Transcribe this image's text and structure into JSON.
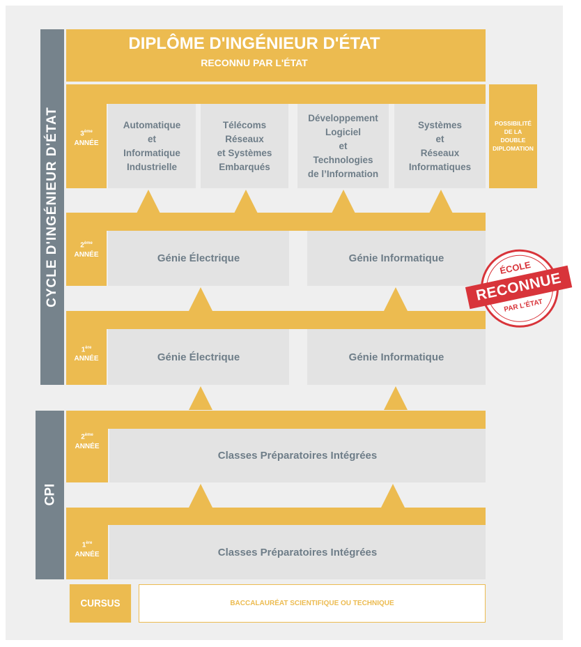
{
  "header": {
    "title": "DIPLÔME D'INGÉNIEUR D'ÉTAT",
    "subtitle": "RECONNU PAR L'ÉTAT"
  },
  "sidebar": {
    "cycle_label": "CYCLE D'INGÉNIEUR D'ÉTAT",
    "cpi_label": "CPI"
  },
  "years": {
    "y3": {
      "num": "3",
      "sup": "ème",
      "label": "ANNÉE"
    },
    "y2": {
      "num": "2",
      "sup": "ème",
      "label": "ANNÉE"
    },
    "y1": {
      "num": "1",
      "sup": "ère",
      "label": "ANNÉE"
    },
    "cpi2": {
      "num": "2",
      "sup": "ème",
      "label": "ANNÉE"
    },
    "cpi1": {
      "num": "1",
      "sup": "ère",
      "label": "ANNÉE"
    }
  },
  "specializations": [
    "Automatique\net\nInformatique\nIndustrielle",
    "Télécoms\nRéseaux\net Systèmes\nEmbarqués",
    "Développement\nLogiciel\net\nTechnologies\nde l’Information",
    "Systèmes\net\nRéseaux\nInformatiques"
  ],
  "double_diploma": "POSSIBILITÉ DE LA DOUBLE DIPLOMATION",
  "year2": {
    "left": "Génie Électrique",
    "right": "Génie Informatique"
  },
  "year1": {
    "left": "Génie Électrique",
    "right": "Génie Informatique"
  },
  "cpi": {
    "year2": "Classes Préparatoires Intégrées",
    "year1": "Classes Préparatoires Intégrées"
  },
  "cursus": {
    "label": "CURSUS",
    "value": "BACCALAURÉAT SCIENTIFIQUE OU TECHNIQUE"
  },
  "stamp": {
    "top": "ÉCOLE",
    "main": "RECONNUE",
    "bottom": "PAR L'ÉTAT"
  },
  "colors": {
    "gold": "#ecbb50",
    "grey_box": "#e3e3e3",
    "slate": "#76838c",
    "text": "#6e7d88",
    "stamp_red": "#d8343a"
  }
}
